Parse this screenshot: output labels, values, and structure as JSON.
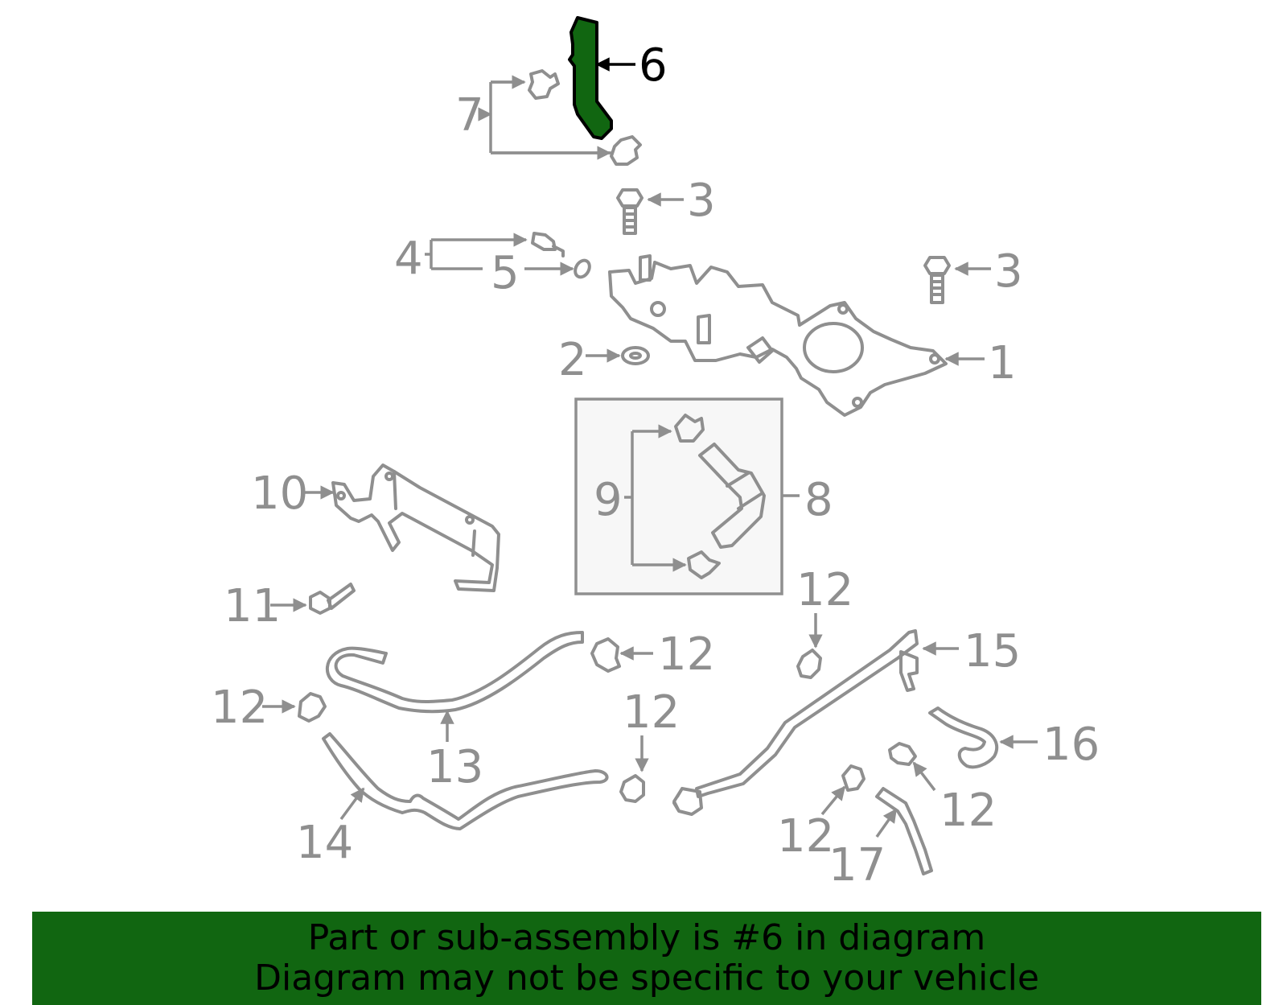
{
  "callouts": {
    "c1": "1",
    "c2": "2",
    "c3a": "3",
    "c3b": "3",
    "c4": "4",
    "c5": "5",
    "c6": "6",
    "c7": "7",
    "c8": "8",
    "c9": "9",
    "c10": "10",
    "c11": "11",
    "c12a": "12",
    "c12b": "12",
    "c12c": "12",
    "c12d": "12",
    "c12e": "12",
    "c12f": "12",
    "c13": "13",
    "c14": "14",
    "c15": "15",
    "c16": "16",
    "c17": "17"
  },
  "highlight_part": "6",
  "colors": {
    "highlight": "#116611",
    "line_gray": "#8f8f8f",
    "banner_bg": "#116611",
    "inset_bg": "#f7f7f7"
  },
  "banner": {
    "line1": "Part or sub-assembly is #6 in diagram",
    "line2": "Diagram may not be specific to your vehicle"
  }
}
